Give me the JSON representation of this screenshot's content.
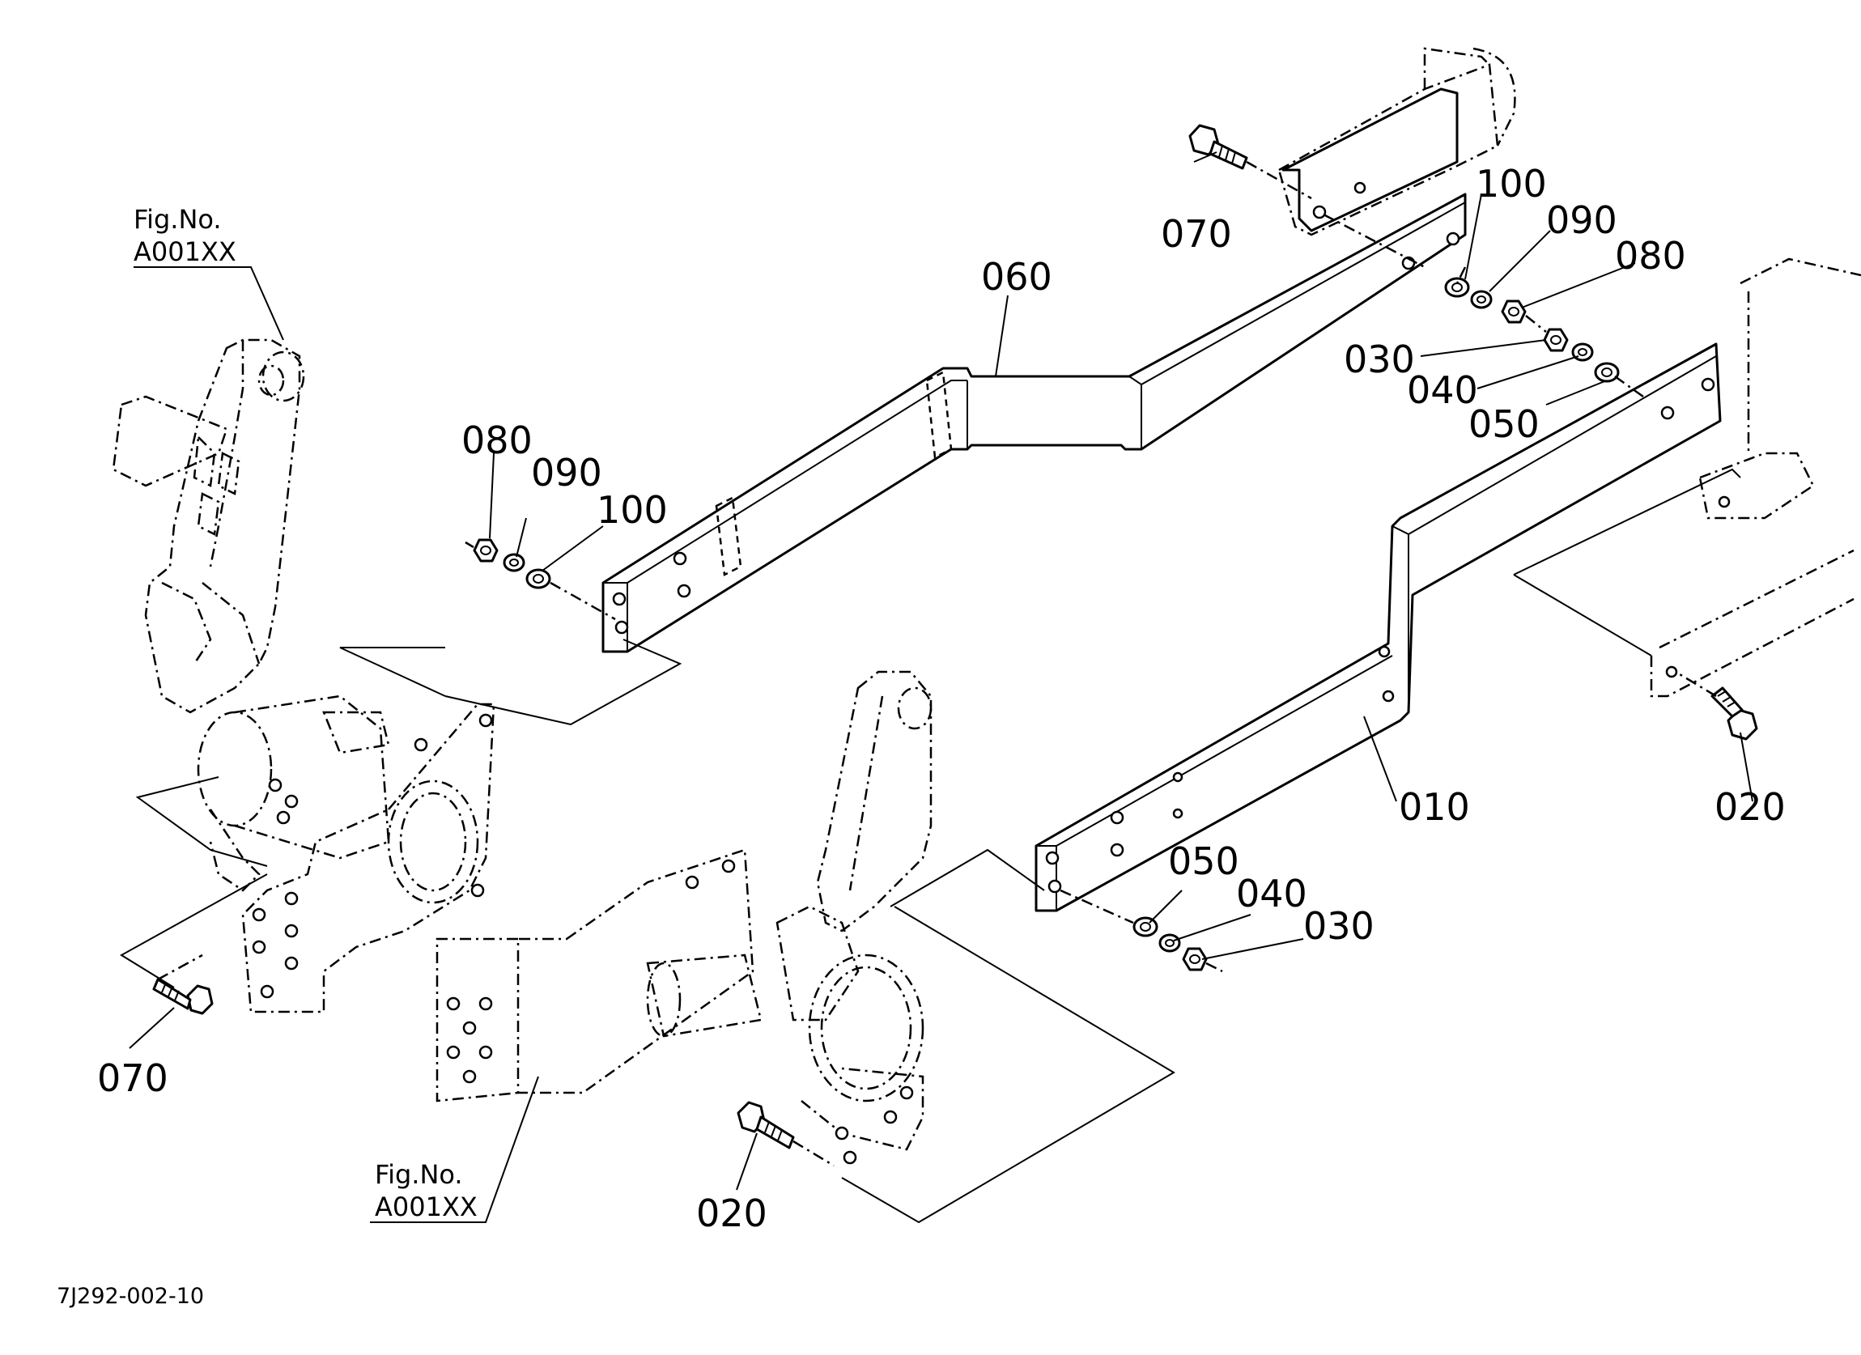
{
  "callouts": {
    "c010": "010",
    "c020_left": "020",
    "c020_right": "020",
    "c030_upper": "030",
    "c030_lower": "030",
    "c040_upper": "040",
    "c040_lower": "040",
    "c050_upper": "050",
    "c050_lower": "050",
    "c060": "060",
    "c070_top": "070",
    "c070_left": "070",
    "c080_right": "080",
    "c080_left": "080",
    "c090_right": "090",
    "c090_left": "090",
    "c100_right": "100",
    "c100_left": "100"
  },
  "fig_refs": {
    "upper": {
      "line1": "Fig.No.",
      "line2": "A001XX"
    },
    "lower": {
      "line1": "Fig.No.",
      "line2": "A001XX"
    }
  },
  "document_id": "7J292-002-10"
}
